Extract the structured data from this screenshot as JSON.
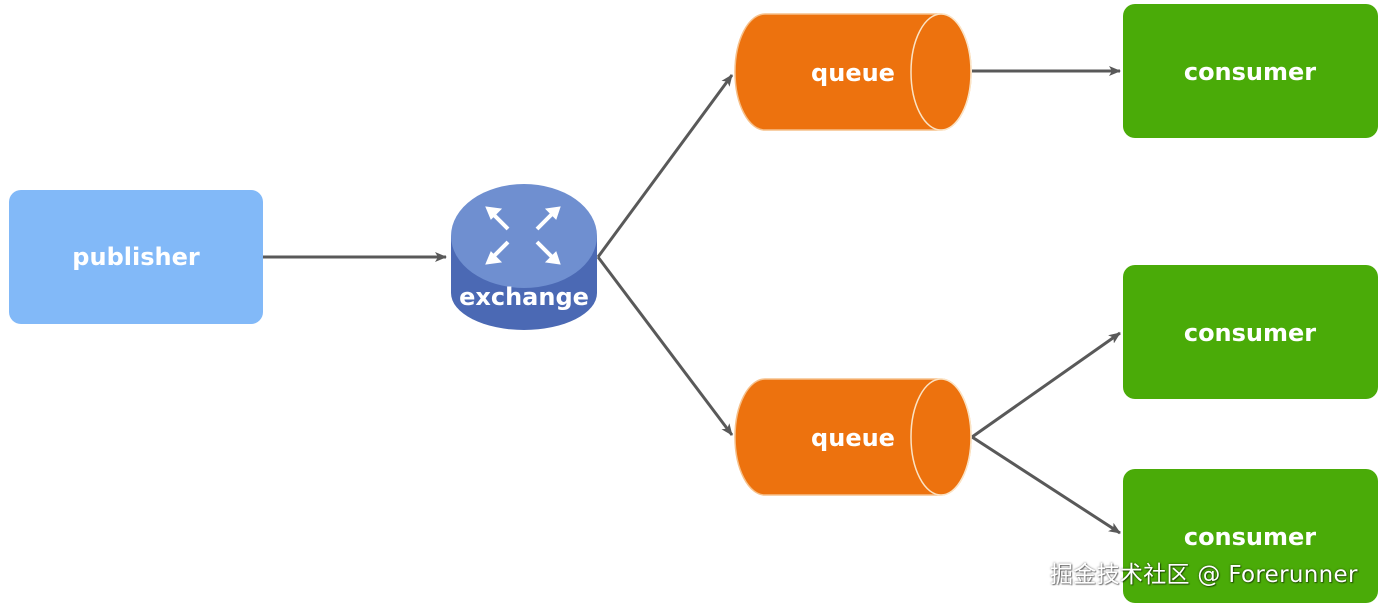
{
  "nodes": {
    "publisher": {
      "label": "publisher"
    },
    "exchange": {
      "label": "exchange"
    },
    "queue_top": {
      "label": "queue"
    },
    "queue_bottom": {
      "label": "queue"
    },
    "consumer_1": {
      "label": "consumer"
    },
    "consumer_2": {
      "label": "consumer"
    },
    "consumer_3": {
      "label": "consumer"
    }
  },
  "watermark": {
    "text": "掘金技术社区 @ Forerunner"
  },
  "colors": {
    "publisher": "#82b9f8",
    "exchange_top": "#6f8fd0",
    "exchange_side": "#4b69b4",
    "queue": "#ed720e",
    "consumer": "#4aab08",
    "arrow": "#595959"
  }
}
